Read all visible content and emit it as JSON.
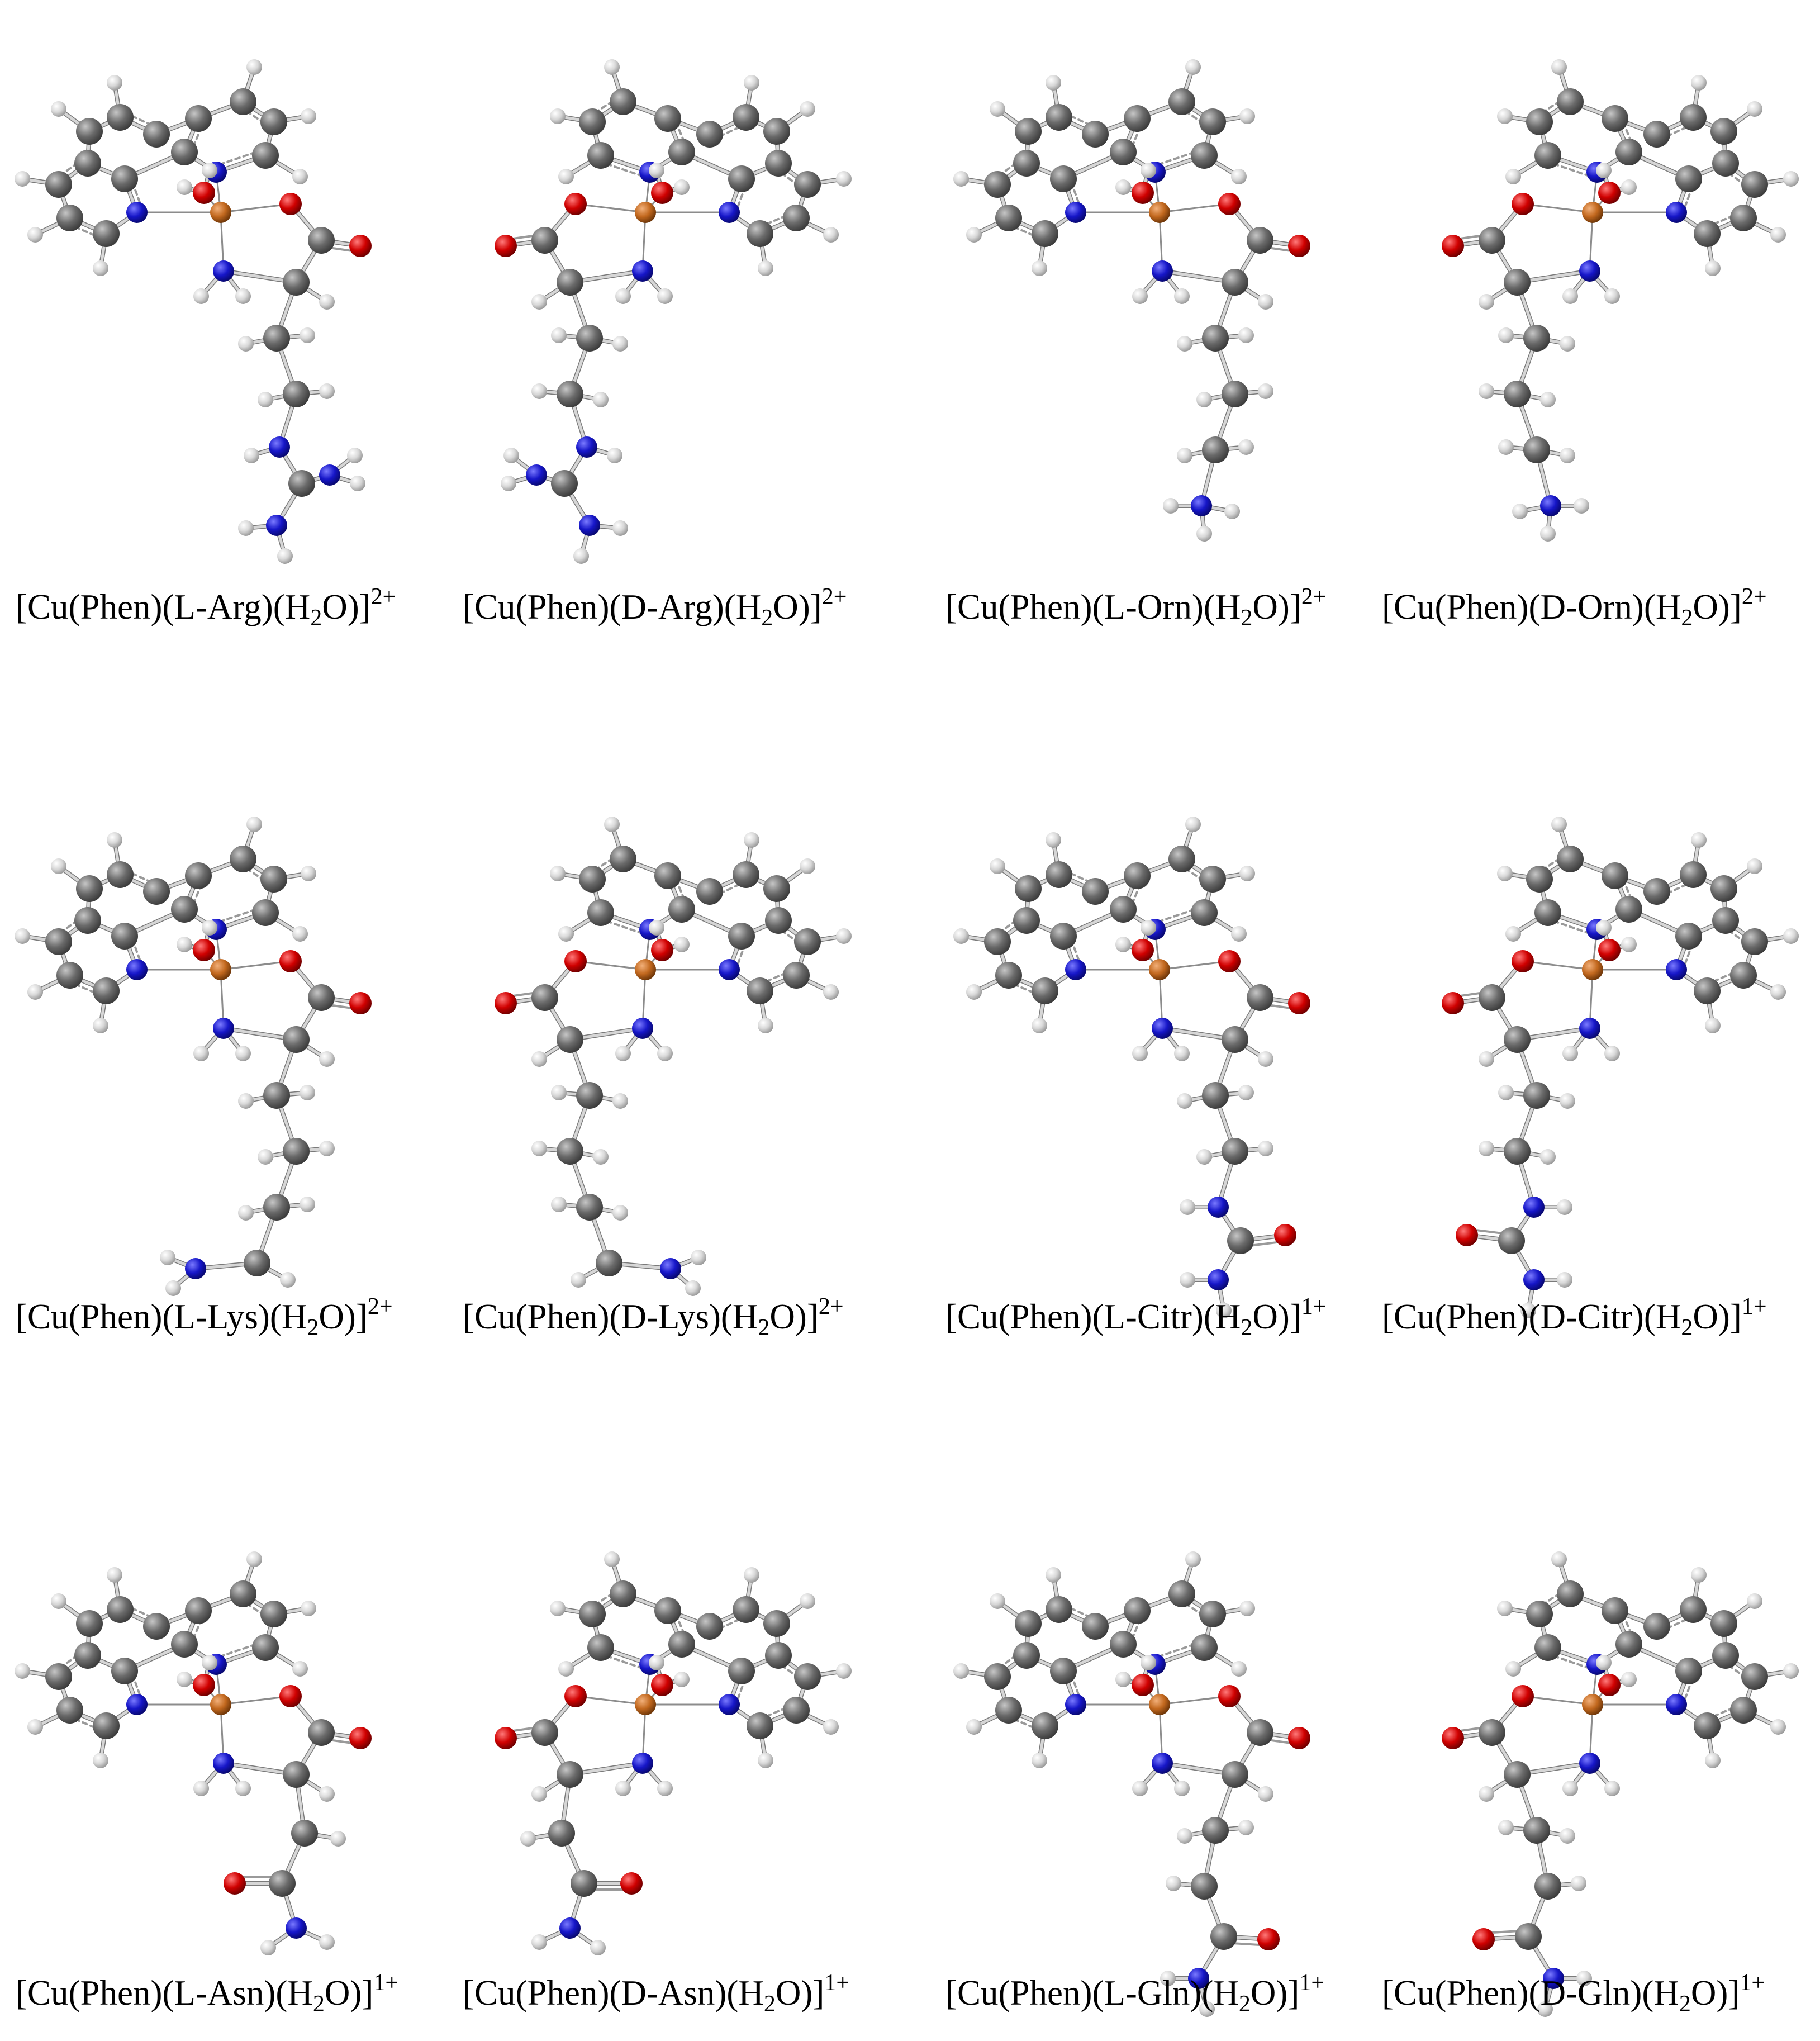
{
  "figure": {
    "background": "#ffffff",
    "atom_colors": {
      "C": "#7a7a7a",
      "H": "#dedede",
      "N": "#1a1acc",
      "O": "#d40000",
      "Cu": "#c2681e"
    },
    "panels": [
      {
        "prefix": "[Cu(Phen)(L-Arg)(H",
        "sub": "2",
        "mid": "O)]",
        "charge": "2+",
        "chirality": "L",
        "mirror": false,
        "side_chain": "arg"
      },
      {
        "prefix": "[Cu(Phen)(D-Arg)(H",
        "sub": "2",
        "mid": "O)]",
        "charge": "2+",
        "chirality": "D",
        "mirror": true,
        "side_chain": "arg"
      },
      {
        "prefix": "[Cu(Phen)(L-Orn)(H",
        "sub": "2",
        "mid": "O)]",
        "charge": "2+",
        "chirality": "L",
        "mirror": false,
        "side_chain": "orn"
      },
      {
        "prefix": "[Cu(Phen)(D-Orn)(H",
        "sub": "2",
        "mid": "O)]",
        "charge": "2+",
        "chirality": "D",
        "mirror": true,
        "side_chain": "orn"
      },
      {
        "prefix": "[Cu(Phen)(L-Lys)(H",
        "sub": "2",
        "mid": "O)]",
        "charge": "2+",
        "chirality": "L",
        "mirror": false,
        "side_chain": "lys"
      },
      {
        "prefix": "[Cu(Phen)(D-Lys)(H",
        "sub": "2",
        "mid": "O)]",
        "charge": "2+",
        "chirality": "D",
        "mirror": true,
        "side_chain": "lys"
      },
      {
        "prefix": "[Cu(Phen)(L-Citr)(H",
        "sub": "2",
        "mid": "O)]",
        "charge": "1+",
        "chirality": "L",
        "mirror": false,
        "side_chain": "citr"
      },
      {
        "prefix": "[Cu(Phen)(D-Citr)(H",
        "sub": "2",
        "mid": "O)]",
        "charge": "1+",
        "chirality": "D",
        "mirror": true,
        "side_chain": "citr"
      },
      {
        "prefix": "[Cu(Phen)(L-Asn)(H",
        "sub": "2",
        "mid": "O)]",
        "charge": "1+",
        "chirality": "L",
        "mirror": false,
        "side_chain": "asn"
      },
      {
        "prefix": "[Cu(Phen)(D-Asn)(H",
        "sub": "2",
        "mid": "O)]",
        "charge": "1+",
        "chirality": "D",
        "mirror": true,
        "side_chain": "asn"
      },
      {
        "prefix": "[Cu(Phen)(L-Gln)(H",
        "sub": "2",
        "mid": "O)]",
        "charge": "1+",
        "chirality": "L",
        "mirror": false,
        "side_chain": "gln"
      },
      {
        "prefix": "[Cu(Phen)(D-Gln)(H",
        "sub": "2",
        "mid": "O)]",
        "charge": "1+",
        "chirality": "D",
        "mirror": true,
        "side_chain": "gln"
      }
    ]
  }
}
